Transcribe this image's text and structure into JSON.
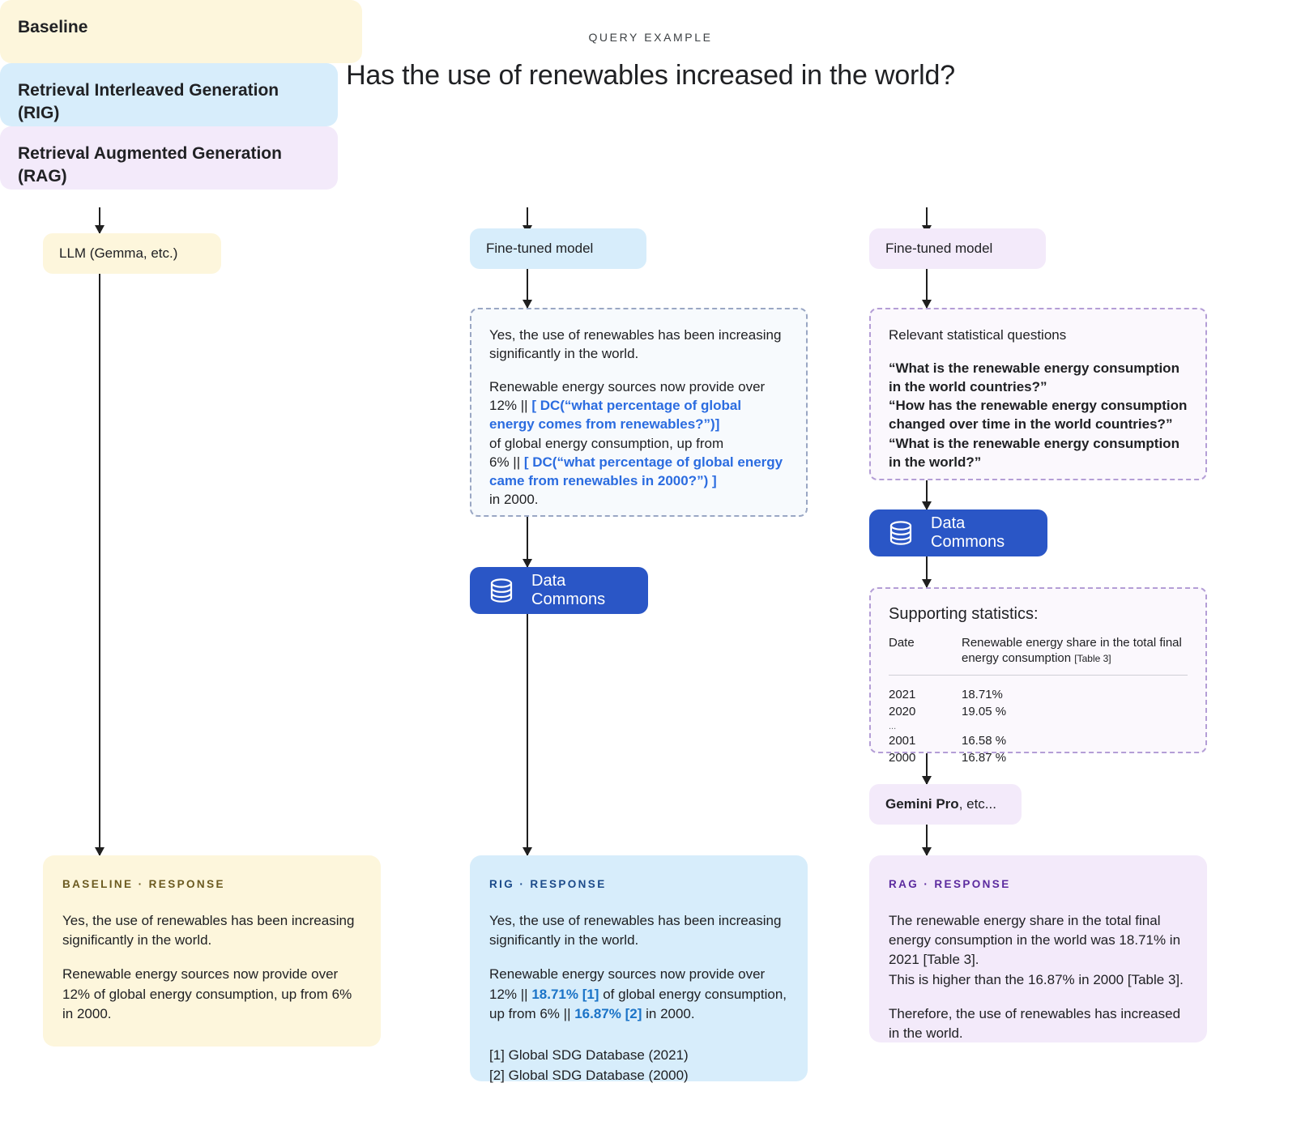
{
  "header": {
    "eyebrow": "QUERY EXAMPLE",
    "title": "Has the use of renewables increased in the world?"
  },
  "colors": {
    "cream": "#FDF6DC",
    "blue": "#D7EDFB",
    "purple": "#F3EAFA",
    "data_commons_blue": "#2A56C6",
    "dc_link_blue": "#2b6ce0",
    "highlight_blue": "#1a73c7"
  },
  "columns": {
    "baseline": {
      "header": "Baseline",
      "model_box": "LLM (Gemma, etc.)",
      "response": {
        "label": "BASELINE · RESPONSE",
        "paragraph1": "Yes, the use of renewables has been increasing significantly in the world.",
        "paragraph2": "Renewable energy sources now provide over 12% of global energy consumption, up from 6%  in 2000."
      }
    },
    "rig": {
      "header": "Retrieval Interleaved Generation (RIG)",
      "model_box": "Fine-tuned model",
      "draft": {
        "paragraph1": "Yes, the use of renewables has been increasing significantly in the world.",
        "line1_prefix": "Renewable energy sources now provide over",
        "line2_prefix": "12% || ",
        "dc_call_1": "[ DC(“what percentage of global energy comes from renewables?”)]",
        "line3": "of global energy consumption, up from",
        "line4_prefix": "6% || ",
        "dc_call_2": "[ DC(“what percentage of global energy came from renewables in 2000?”) ]",
        "line5": "in 2000."
      },
      "data_commons_button": "Data Commons",
      "response": {
        "label": "RIG · RESPONSE",
        "paragraph1": "Yes, the use of renewables has been increasing significantly in the world.",
        "p2_a": "Renewable energy sources now provide over 12% || ",
        "p2_hl1": "18.71% [1]",
        "p2_b": " of global energy consumption, up from 6% || ",
        "p2_hl2": "16.87% [2]",
        "p2_c": " in 2000.",
        "references": [
          "[1]  Global SDG Database (2021)",
          "[2] Global SDG Database (2000)"
        ]
      }
    },
    "rag": {
      "header": "Retrieval Augmented Generation (RAG)",
      "model_box": "Fine-tuned model",
      "questions_box": {
        "title": "Relevant statistical questions",
        "items": [
          "“What is the renewable energy consumption in the world countries?”",
          "“How has the renewable energy consumption changed over time in the world countries?”",
          "“What is the renewable energy consumption in the world?”"
        ]
      },
      "data_commons_button": "Data Commons",
      "supporting": {
        "title": "Supporting statistics:",
        "col1_header": "Date",
        "col2_header": "Renewable energy share in the total final energy consumption",
        "col2_header_ref": "[Table 3]",
        "ellipsis": "...",
        "rows_top": [
          {
            "date": "2021",
            "value": "18.71%"
          },
          {
            "date": "2020",
            "value": "19.05 %"
          }
        ],
        "rows_bottom": [
          {
            "date": "2001",
            "value": "16.58 %"
          },
          {
            "date": "2000",
            "value": "16.87 %"
          }
        ]
      },
      "gemini_box": {
        "strong": "Gemini Pro",
        "tail": ", etc..."
      },
      "response": {
        "label": "RAG · RESPONSE",
        "paragraph1_line1": "The renewable energy share in the total final energy consumption in the world was 18.71% in 2021 [Table 3].",
        "paragraph1_line2": "This is higher than the 16.87% in 2000 [Table 3].",
        "paragraph2": "Therefore, the use of renewables has increased in the world."
      }
    }
  },
  "chart_data": {
    "type": "table",
    "title": "Renewable energy share in the total final energy consumption",
    "source": "[Table 3]",
    "columns": [
      "Date",
      "Renewable energy share in the total final energy consumption"
    ],
    "rows": [
      [
        "2021",
        "18.71%"
      ],
      [
        "2020",
        "19.05 %"
      ],
      [
        "...",
        ""
      ],
      [
        "2001",
        "16.58 %"
      ],
      [
        "2000",
        "16.87 %"
      ]
    ]
  }
}
